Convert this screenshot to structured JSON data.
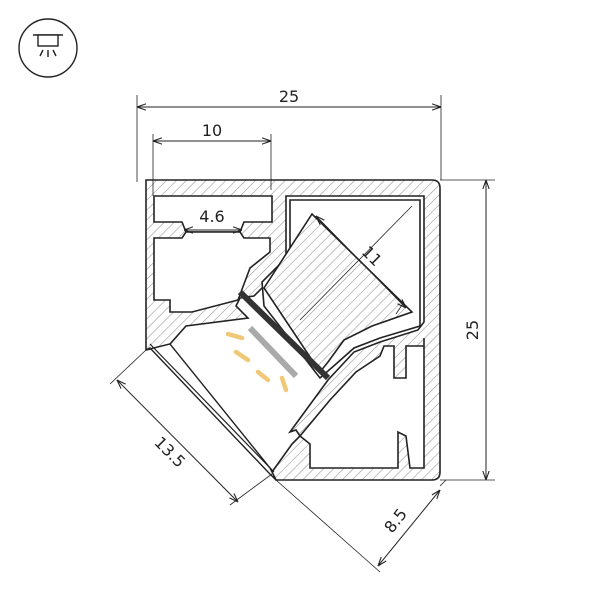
{
  "mount_icon": {
    "name": "ceiling-spotlight-icon"
  },
  "dimensions": {
    "overall_width": "25",
    "top_channel_width": "10",
    "slot_gap": "4.6",
    "strip_width": "11",
    "overall_height": "25",
    "diffuser_width": "13.5",
    "depth": "8.5"
  },
  "colors": {
    "line": "#222222",
    "hatch": "#9a9a9a",
    "led_strip": "#333333",
    "diffuser": "#aaaaaa",
    "light_rays": "#f0c878"
  }
}
